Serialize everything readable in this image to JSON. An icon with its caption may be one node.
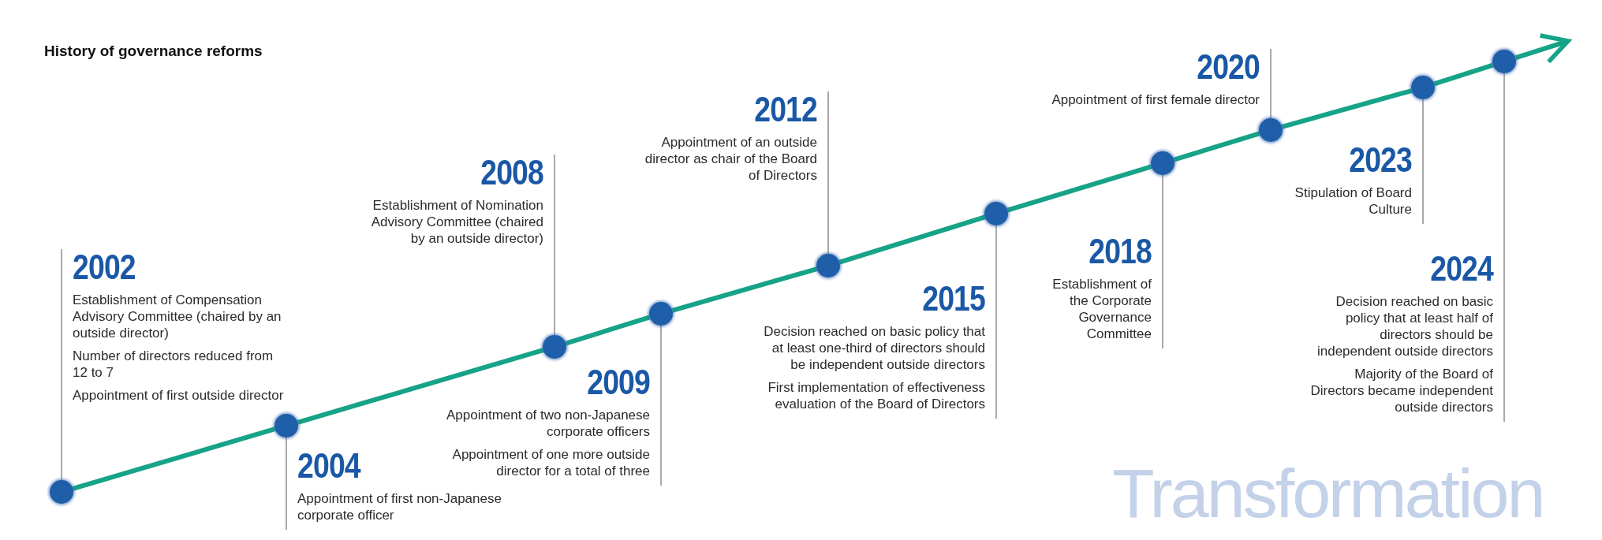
{
  "diagram": {
    "title": "History of governance reforms",
    "nodes": [
      {
        "text": [
          "2002",
          "Establishment of Compensation Advisory Committee (chaired by an outside director)",
          "Number of directors reduced from 12 to 7",
          "Appointment of first outside director"
        ]
      },
      {
        "text": [],
        "shape": "circle"
      },
      {
        "text": [
          "2004",
          "Appointment of first non-Japanese corporate officer"
        ]
      },
      {
        "text": [],
        "shape": "circle"
      },
      {
        "text": [
          "2008",
          "Establishment of Nomination Advisory Committee (chaired by an outside director)"
        ]
      },
      {
        "text": [],
        "shape": "circle"
      },
      {
        "text": [
          "2009",
          "Appointment of two non-Japanese corporate officers",
          "Appointment of one more outside director for a total of three"
        ]
      },
      {
        "text": [],
        "shape": "circle"
      },
      {
        "text": [
          "2012",
          "Appointment of an outside director as chair of the Board of Directors"
        ]
      },
      {
        "text": [],
        "shape": "circle"
      },
      {
        "text": [
          "2015",
          "Decision reached on basic policy that at least one-third of directors should be independent outside directors",
          "First implementation of effectiveness evaluation of the Board of Directors"
        ]
      },
      {
        "text": [],
        "shape": "circle"
      },
      {
        "text": [
          "2018",
          "Establishment of the Corporate Governance Committee"
        ]
      },
      {
        "text": [],
        "shape": "circle"
      },
      {
        "text": [
          "2020",
          "Appointment of first female director"
        ]
      },
      {
        "text": [],
        "shape": "circle"
      },
      {
        "text": [
          "2023",
          "Stipulation of Board Culture"
        ]
      },
      {
        "text": [],
        "shape": "circle"
      },
      {
        "text": [
          "2024",
          "Decision reached on basic policy that at least half of directors should be independent outside directors",
          "Majority of the Board of Directors became independent outside directors"
        ]
      },
      {
        "text": [],
        "shape": "circle"
      }
    ],
    "edges": [
      {
        "from": 0,
        "to": 1,
        "arrow": "none"
      },
      {
        "from": 2,
        "to": 3,
        "arrow": "none"
      },
      {
        "from": 4,
        "to": 5,
        "arrow": "none"
      },
      {
        "from": 6,
        "to": 7,
        "arrow": "none"
      },
      {
        "from": 8,
        "to": 9,
        "arrow": "none"
      },
      {
        "from": 10,
        "to": 11,
        "arrow": "none"
      },
      {
        "from": 12,
        "to": 13,
        "arrow": "none"
      },
      {
        "from": 14,
        "to": 15,
        "arrow": "none"
      },
      {
        "from": 16,
        "to": 17,
        "arrow": "none"
      },
      {
        "from": 18,
        "to": 19,
        "arrow": "none"
      },
      {
        "from": 1,
        "to": 3,
        "arrow": "none",
        "style": "thick",
        "color": "#16a387"
      },
      {
        "from": 3,
        "to": 5,
        "arrow": "none",
        "style": "thick",
        "color": "#16a387"
      },
      {
        "from": 5,
        "to": 7,
        "arrow": "none",
        "style": "thick",
        "color": "#16a387"
      },
      {
        "from": 7,
        "to": 9,
        "arrow": "none",
        "style": "thick",
        "color": "#16a387"
      },
      {
        "from": 9,
        "to": 11,
        "arrow": "none",
        "style": "thick",
        "color": "#16a387"
      },
      {
        "from": 11,
        "to": 13,
        "arrow": "none",
        "style": "thick",
        "color": "#16a387"
      },
      {
        "from": 13,
        "to": 15,
        "arrow": "none",
        "style": "thick",
        "color": "#16a387"
      },
      {
        "from": 15,
        "to": 17,
        "arrow": "none",
        "style": "thick",
        "color": "#16a387"
      },
      {
        "from": 17,
        "to": 19,
        "arrow": "none",
        "style": "thick",
        "color": "#16a387"
      },
      {
        "from": 19,
        "to": null,
        "arrow": "to",
        "style": "thick",
        "color": "#16a387"
      }
    ],
    "labels": [
      "Transformation"
    ]
  }
}
